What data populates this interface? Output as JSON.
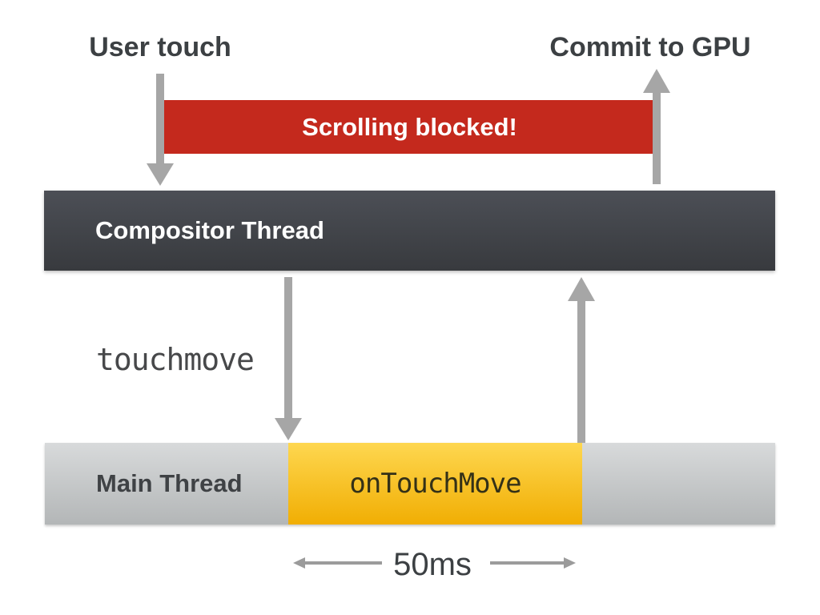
{
  "annotations": {
    "user_touch": "User touch",
    "commit_to_gpu": "Commit to GPU"
  },
  "blocked_banner": {
    "label": "Scrolling blocked!"
  },
  "compositor_thread": {
    "label": "Compositor Thread"
  },
  "event_label": {
    "label": "touchmove"
  },
  "main_thread": {
    "label": "Main Thread",
    "task": {
      "label": "onTouchMove"
    }
  },
  "duration": {
    "label": "50ms"
  },
  "colors": {
    "blocked_bar": "#c4291d",
    "blocked_text": "#ffffff",
    "compositor_top": "#4c4f56",
    "compositor_bottom": "#383a3e",
    "compositor_text": "#ffffff",
    "main_top": "#d8dadb",
    "main_bottom": "#b3b6b7",
    "main_text": "#3f4245",
    "task_top": "#fed750",
    "task_bottom": "#f1ae03",
    "task_text": "#343117",
    "label_text": "#3c4043",
    "mono_text": "#47484a",
    "arrow": "#a6a6a6",
    "small_arrow": "#9b9b9b"
  }
}
